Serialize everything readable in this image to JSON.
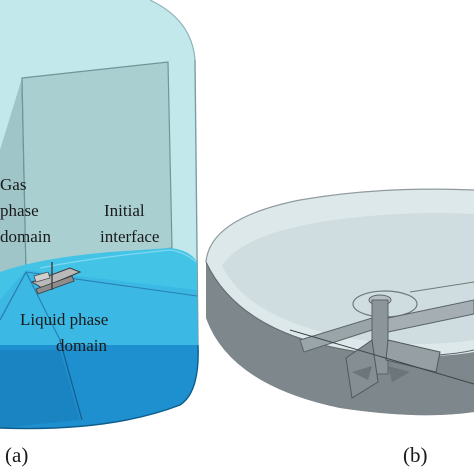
{
  "labels": {
    "gas_line1": "Gas",
    "gas_line2": "phase",
    "gas_line3": "domain",
    "interface_line1": "Initial",
    "interface_line2": "interface",
    "liquid_line1": "Liquid phase",
    "liquid_line2": "domain"
  },
  "panels": {
    "a": "(a)",
    "b": "(b)"
  },
  "colors": {
    "gas": "#bfe6ea",
    "interface_plane": "#a8cdcf",
    "liquid_top": "#49c6e8",
    "liquid_side": "#1d8fcf",
    "tank_gray": "#bcc3c6"
  }
}
